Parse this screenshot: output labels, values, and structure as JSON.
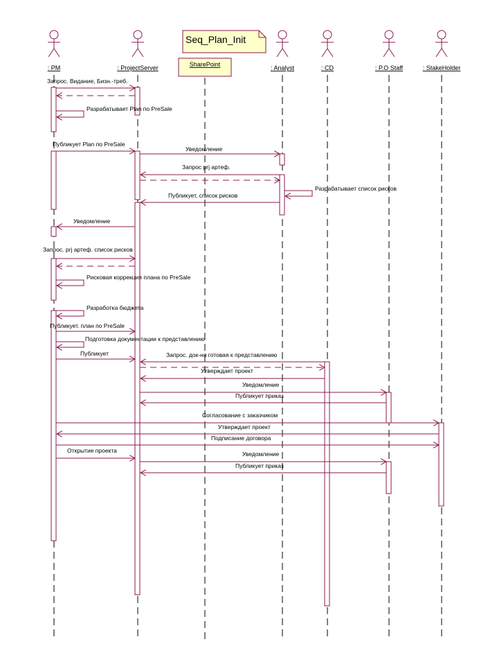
{
  "diagram": {
    "title": "Seq_Plan_Init",
    "colors": {
      "line": "#8b1b4d",
      "text": "#000000",
      "note_fill": "#ffffcc",
      "note_border": "#8b1b4d",
      "box_fill": "#ffffff"
    },
    "actors": [
      {
        "id": "pm",
        "label": ": PM"
      },
      {
        "id": "ps",
        "label": ": ProjectServer"
      },
      {
        "id": "an",
        "label": ": Analyst"
      },
      {
        "id": "cd",
        "label": ": CD"
      },
      {
        "id": "po",
        "label": ": P.O Staff"
      },
      {
        "id": "sh",
        "label": ": StakeHolder"
      }
    ],
    "object": {
      "id": "sp",
      "label": "SharePoint"
    },
    "messages": [
      {
        "text": "Запрос. Видание, Бизн.-треб."
      },
      {
        "text": ""
      },
      {
        "text": "Разрабатывает Plan по PreSale"
      },
      {
        "text": "Публикует Plan по PreSale"
      },
      {
        "text": "Уведомление"
      },
      {
        "text": "Запрос prj артеф."
      },
      {
        "text": ""
      },
      {
        "text": "Разрабатывает список рисков"
      },
      {
        "text": "Публикует, список рисков"
      },
      {
        "text": "Уведомление"
      },
      {
        "text": "Запрос. prj артеф. список рисков"
      },
      {
        "text": ""
      },
      {
        "text": "Рисковая коррекция плана по PreSale"
      },
      {
        "text": "Разработка бюджета"
      },
      {
        "text": "Публикует. план по PreSale"
      },
      {
        "text": "Подготовка документации к представлению"
      },
      {
        "text": "Публикует"
      },
      {
        "text": "Запрос. док-ня готовая к представлению"
      },
      {
        "text": "Утверждает проект"
      },
      {
        "text": "Уведомление"
      },
      {
        "text": "Публикует приказ"
      },
      {
        "text": "Согласование с заказчиком"
      },
      {
        "text": "Утверждает проект"
      },
      {
        "text": "Подписание договора"
      },
      {
        "text": "Открытие проекта"
      },
      {
        "text": "Уведомление"
      },
      {
        "text": "Публикует приказ"
      }
    ]
  }
}
